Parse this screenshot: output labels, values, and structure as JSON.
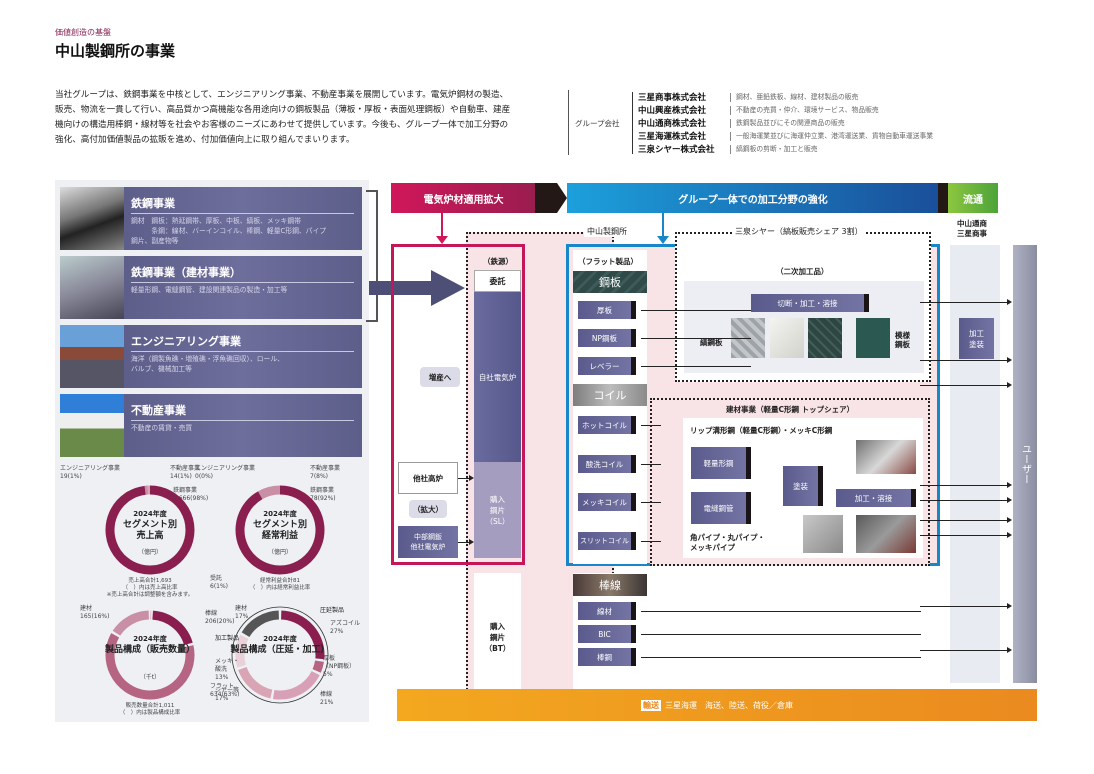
{
  "header": {
    "eyebrow": "価値創造の基盤",
    "title": "中山製鋼所の事業"
  },
  "intro": "当社グループは、鉄鋼事業を中核として、エンジニアリング事業、不動産事業を展開しています。電気炉鋼材の製造、販売、物流を一貫して行い、高品質かつ高機能な各用途向けの鋼板製品（薄板・厚板・表面処理鋼板）や自動車、建産機向けの構造用棒鋼・線材等を社会やお客様のニーズにあわせて提供しています。今後も、グループ一体で加工分野の強化、高付加価値製品の拡販を進め、付加価値向上に取り組んでまいります。",
  "group": {
    "label": "グループ会社",
    "companies": [
      {
        "name": "三星商事株式会社",
        "desc": "鋼材、亜鉛鉄板、線材、建材製品の販売"
      },
      {
        "name": "中山興産株式会社",
        "desc": "不動産の売買・仲介、環境サービス、物品販売"
      },
      {
        "name": "中山通商株式会社",
        "desc": "鉄鋼製品並びにその関連商品の販売"
      },
      {
        "name": "三星海運株式会社",
        "desc": "一般海運業並びに海運仲立業、港湾運送業、貨物自動車運送事業"
      },
      {
        "name": "三泉シヤー株式会社",
        "desc": "縞鋼板の剪断・加工と販売"
      }
    ]
  },
  "segments": [
    {
      "title": "鉄鋼事業",
      "desc": "鋼材　鋼板：熱延鋼帯、厚板、中板、縞板、メッキ鋼帯\n　　　条鋼：線材、バーインコイル、棒鋼、軽量C形鋼、パイプ\n鋼片、副産物等"
    },
    {
      "title": "鉄鋼事業（建材事業）",
      "desc": "軽量形鋼、電縫鋼管、建設関連製品の製造・加工等"
    },
    {
      "title": "エンジニアリング事業",
      "desc": "海洋（鋼製魚礁・増殖礁・浮魚礁回収）、ロール、\nバルブ、機械加工等"
    },
    {
      "title": "不動産事業",
      "desc": "不動産の賃貸・売買"
    }
  ],
  "chart_data": [
    {
      "type": "pie",
      "title": "2024年度 セグメント別 売上高",
      "unit": "（億円）",
      "categories": [
        "鉄鋼事業",
        "エンジニアリング事業",
        "不動産事業"
      ],
      "values": [
        1666,
        19,
        14
      ],
      "percents": [
        98,
        1,
        1
      ],
      "labels": [
        "鉄鋼事業\n1,666(98%)",
        "エンジニアリング事業\n19(1%)",
        "不動産事業\n14(1%)"
      ],
      "notes": [
        "売上高合計1,693",
        "（　）内は売上高比率",
        "※売上高合計は調整額を含みます。"
      ]
    },
    {
      "type": "pie",
      "title": "2024年度 セグメント別 経常利益",
      "unit": "（億円）",
      "categories": [
        "鉄鋼事業",
        "エンジニアリング事業",
        "不動産事業"
      ],
      "values": [
        78,
        0,
        7
      ],
      "percents": [
        92,
        0,
        8
      ],
      "labels": [
        "鉄鋼事業\n78(92%)",
        "エンジニアリング事業\n0(0%)",
        "不動産事業\n7(8%)"
      ],
      "notes": [
        "経常利益合計81",
        "（　）内は経常利益比率"
      ]
    },
    {
      "type": "pie",
      "title": "2024年度 製品構成（販売数量）",
      "unit": "（千t）",
      "categories": [
        "受託",
        "棒線",
        "フラット",
        "建材"
      ],
      "values": [
        6,
        206,
        634,
        165
      ],
      "percents": [
        1,
        20,
        63,
        16
      ],
      "labels": [
        "受託\n6(1%)",
        "棒線\n206(20%)",
        "フラット\n634(63%)",
        "建材\n165(16%)"
      ],
      "notes": [
        "販売数量合計1,011",
        "（　）内は製品構成比率"
      ]
    },
    {
      "type": "pie",
      "title": "2024年度 製品構成（圧延・加工）",
      "unit": "",
      "categories": [
        "アズコイル",
        "厚板（NP鋼板）",
        "棒線",
        "シヤー等",
        "メッキ・酸洗",
        "建材"
      ],
      "values": [
        27,
        5,
        21,
        17,
        13,
        17
      ],
      "percents": [
        27,
        5,
        21,
        17,
        13,
        17
      ],
      "labels": [
        "アズコイル\n27%",
        "厚板\n（NP鋼板）\n5%",
        "棒線\n21%",
        "シヤー等\n17%",
        "メッキ・\n酸洗\n13%",
        "建材\n17%"
      ],
      "groups": [
        "圧延製品",
        "加工製品"
      ]
    }
  ],
  "flow": {
    "banner_red": "電気炉材適用拡大",
    "banner_blue": "グループ一体での加工分野の強化",
    "banner_green": "流通",
    "nakayama_label": "中山製鋼所",
    "sansen_label": "三泉シヤー（縞板販売シェア 3割）",
    "dist_label": "中山通商\n三星商事",
    "iron_src": "（鉄源）",
    "itaku": "委託",
    "own_eaf": "自社電気炉",
    "buy_sl": "購入\n鋼片\n（SL）",
    "buy_bt": "購入\n鋼片\n（BT）",
    "zousan": "増産へ",
    "other_bf": "他社高炉",
    "kakudai": "（拡大）",
    "chubu": "中部鋼鈑\n他社電気炉",
    "flat": "（フラット製品）",
    "kouhan": "鋼板",
    "atsuita": "厚板",
    "np": "NP鋼板",
    "leveler": "レベラー",
    "coil": "コイル",
    "hot": "ホットコイル",
    "sansen": "酸洗コイル",
    "mekki": "メッキコイル",
    "slit": "スリットコイル",
    "bousen": "棒線",
    "senzai": "線材",
    "bic": "BIC",
    "boukou": "棒鋼",
    "niji": "（二次加工品）",
    "setsudan": "切断・加工・溶接",
    "shimakou": "縞鋼板",
    "moyou": "模様\n鋼板",
    "kenzai_title": "建材事業（軽量C形鋼 トップシェア）",
    "lip": "リップ溝形鋼（軽量C形鋼）・メッキC形鋼",
    "keiryou": "軽量形鋼",
    "denpou": "電縫鋼管",
    "tosou": "塗装",
    "kakou_yousetsu": "加工・溶接",
    "pipe": "角パイプ・丸パイプ・\nメッキパイプ",
    "kakou_tosou": "加工\n塗装",
    "user": "ユーザー",
    "transport_tag": "輸送",
    "transport": "三星海運　海送、陸送、荷役／倉庫"
  },
  "colors": {
    "accent": "#8a1f4f",
    "navy": "#5a5b8c",
    "red": "#d0175a",
    "blue": "#1787c9",
    "green": "#6db33f",
    "orange": "#f0a020"
  }
}
